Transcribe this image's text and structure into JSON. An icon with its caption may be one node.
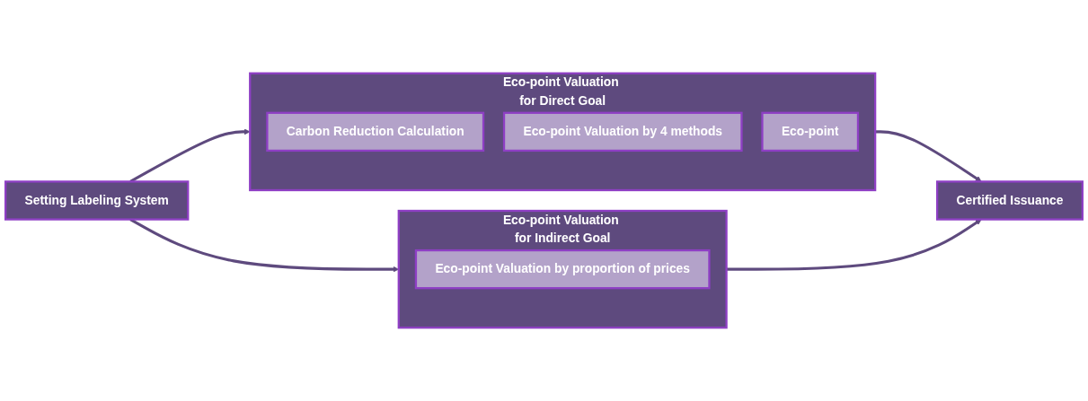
{
  "diagram": {
    "nodes": [
      {
        "text": [
          "Setting Labeling System"
        ]
      },
      {
        "text": [
          "Eco-point Valuation for Direct Goal"
        ]
      },
      {
        "text": [
          "Carbon Reduction Calculation"
        ],
        "in": 1
      },
      {
        "text": [
          "Eco-point Valuation by 4 methods"
        ],
        "in": 1
      },
      {
        "text": [
          "Eco-point"
        ],
        "in": 1
      },
      {
        "text": [
          "Eco-point Valuation for Indirect Goal"
        ]
      },
      {
        "text": [
          "Eco-point Valuation by proportion of prices"
        ],
        "in": 5
      },
      {
        "text": [
          "Certified Issuance"
        ]
      }
    ],
    "edges": [
      {
        "from": 0,
        "to": 1,
        "arrow": "to"
      },
      {
        "from": 0,
        "to": 5,
        "arrow": "to"
      },
      {
        "from": 1,
        "to": 7,
        "arrow": "to"
      },
      {
        "from": 5,
        "to": 7,
        "arrow": "to"
      }
    ]
  }
}
